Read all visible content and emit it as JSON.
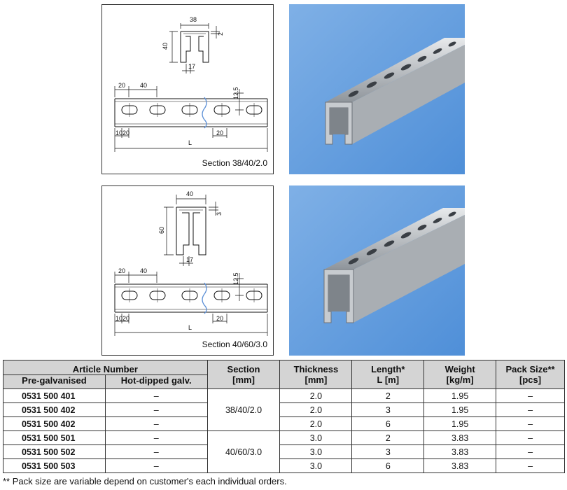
{
  "drawings": [
    {
      "caption": "Section 38/40/2.0",
      "dims": {
        "width": "38",
        "height": "40",
        "thickness": "2",
        "slot": "17",
        "hole_offset": "20",
        "hole_pitch": "40",
        "hole_width": "12.5",
        "end_a": "10",
        "end_b": "20",
        "end_c": "20",
        "length": "L"
      }
    },
    {
      "caption": "Section 40/60/3.0",
      "dims": {
        "width": "40",
        "height": "60",
        "thickness": "3",
        "slot": "17",
        "hole_offset": "20",
        "hole_pitch": "40",
        "hole_width": "12.5",
        "end_a": "10",
        "end_b": "20",
        "end_c": "20",
        "length": "L"
      }
    }
  ],
  "table": {
    "headers": {
      "article": "Article Number",
      "pregalv": "Pre-galvanised",
      "hotdip": "Hot-dipped galv.",
      "section_1": "Section",
      "section_2": "[mm]",
      "thickness_1": "Thickness",
      "thickness_2": "[mm]",
      "length_1": "Length*",
      "length_2": "L [m]",
      "weight_1": "Weight",
      "weight_2": "[kg/m]",
      "pack_1": "Pack Size**",
      "pack_2": "[pcs]"
    },
    "groups": [
      {
        "section": "38/40/2.0",
        "rows": [
          {
            "article": "0531 500 401",
            "hotdip": "–",
            "thickness": "2.0",
            "length": "2",
            "weight": "1.95",
            "pack": "–"
          },
          {
            "article": "0531 500 402",
            "hotdip": "–",
            "thickness": "2.0",
            "length": "3",
            "weight": "1.95",
            "pack": "–"
          },
          {
            "article": "0531 500 402",
            "hotdip": "–",
            "thickness": "2.0",
            "length": "6",
            "weight": "1.95",
            "pack": "–"
          }
        ]
      },
      {
        "section": "40/60/3.0",
        "rows": [
          {
            "article": "0531 500 501",
            "hotdip": "–",
            "thickness": "3.0",
            "length": "2",
            "weight": "3.83",
            "pack": "–"
          },
          {
            "article": "0531 500 502",
            "hotdip": "–",
            "thickness": "3.0",
            "length": "3",
            "weight": "3.83",
            "pack": "–"
          },
          {
            "article": "0531 500 503",
            "hotdip": "–",
            "thickness": "3.0",
            "length": "6",
            "weight": "3.83",
            "pack": "–"
          }
        ]
      }
    ]
  },
  "footnote": "** Pack size are variable depend on customer's each individual orders."
}
